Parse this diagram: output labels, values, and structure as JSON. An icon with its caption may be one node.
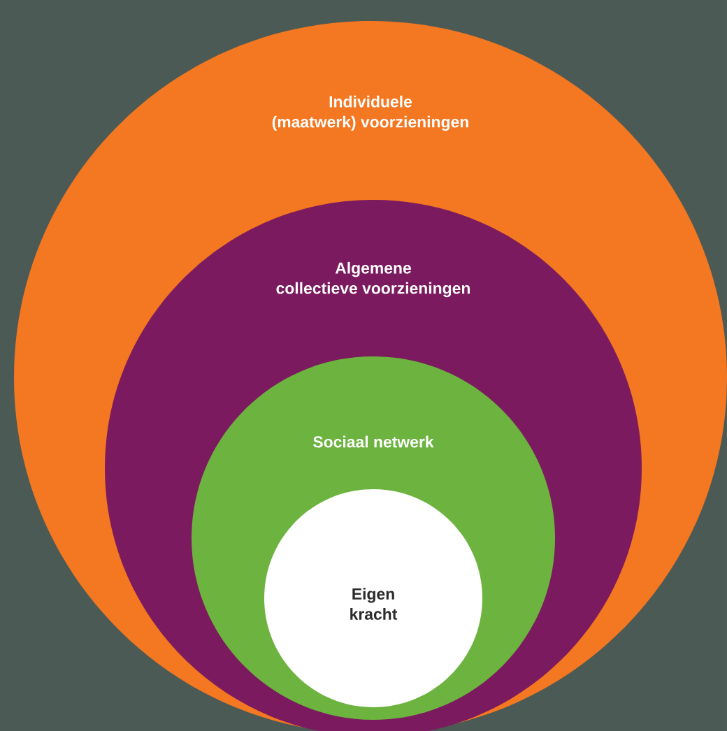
{
  "diagram": {
    "nodes": [
      {
        "text": [
          "Individuele (maatwerk) voorzieningen"
        ]
      },
      {
        "text": [
          "Algemene collectieve voorzieningen"
        ],
        "in": 0
      },
      {
        "text": [
          "Sociaal netwerk"
        ],
        "in": 1
      },
      {
        "text": [
          "Eigen kracht"
        ],
        "in": 2
      }
    ]
  }
}
